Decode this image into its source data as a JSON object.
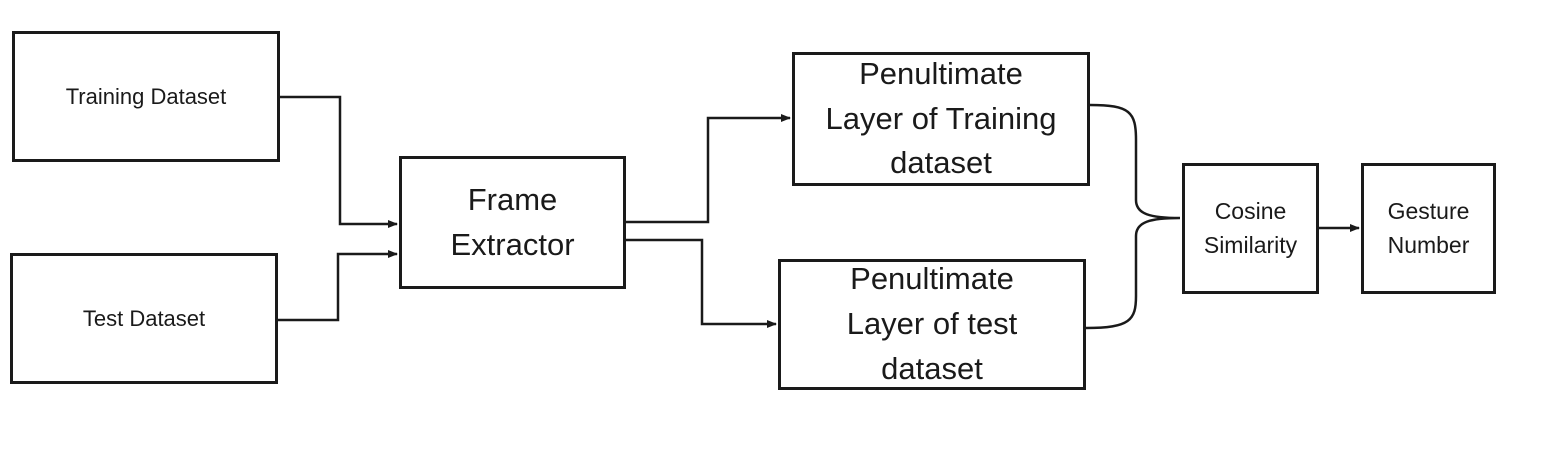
{
  "nodes": {
    "training_dataset": "Training Dataset",
    "test_dataset": "Test Dataset",
    "frame_extractor": "Frame\nExtractor",
    "penultimate_training": "Penultimate\nLayer of Training\ndataset",
    "penultimate_test": "Penultimate\nLayer of test\ndataset",
    "cosine_similarity": "Cosine\nSimilarity",
    "gesture_number": "Gesture\nNumber"
  },
  "colors": {
    "stroke": "#1a1a1a",
    "background": "#ffffff"
  }
}
